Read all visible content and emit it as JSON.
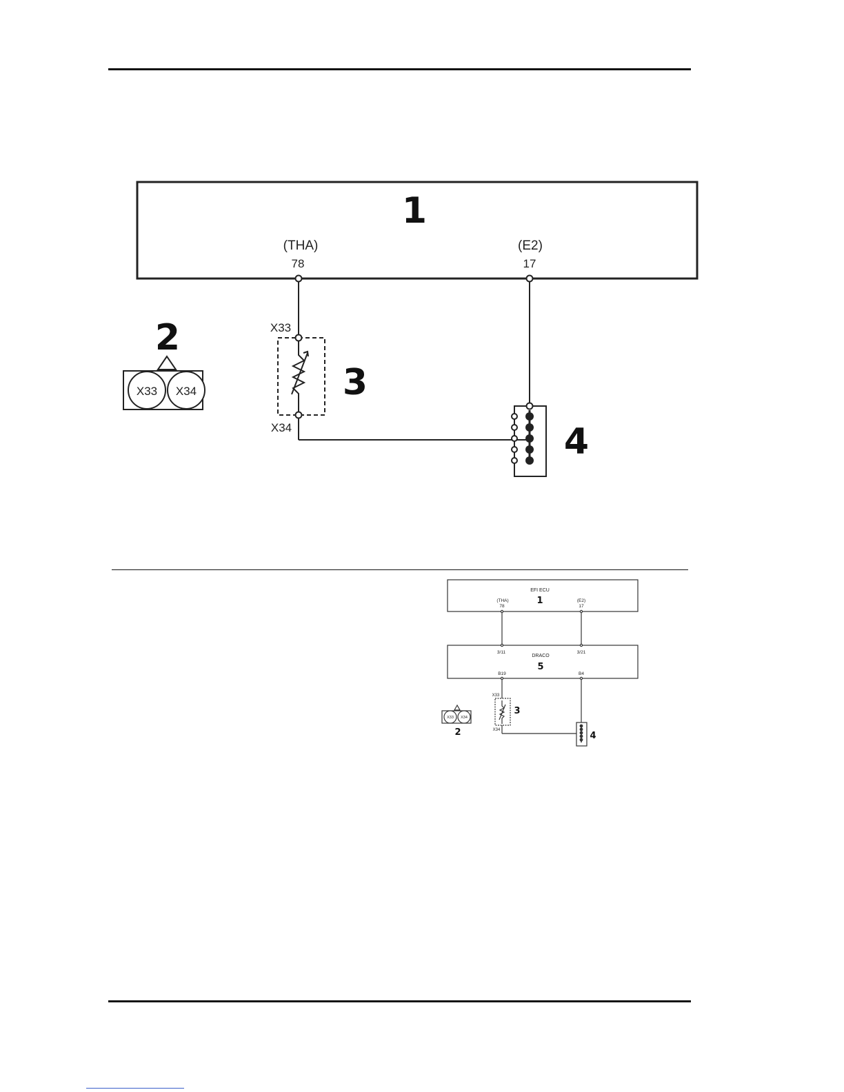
{
  "main_diagram": {
    "ecu_number": "1",
    "pins": [
      {
        "name": "(THA)",
        "number": "78"
      },
      {
        "name": "(E2)",
        "number": "17"
      }
    ],
    "connector_number": "2",
    "connector_pins": [
      "X33",
      "X34"
    ],
    "sensor_number": "3",
    "sensor_pin_top": "X33",
    "sensor_pin_bottom": "X34",
    "ground_number": "4"
  },
  "inset_diagram": {
    "ecu_title": "EFI ECU",
    "ecu_number": "1",
    "ecu_pins": [
      {
        "name": "(THA)",
        "number": "78"
      },
      {
        "name": "(E2)",
        "number": "17"
      }
    ],
    "module_title": "DRACO",
    "module_number": "5",
    "module_top_pins": [
      "3/11",
      "3/21"
    ],
    "module_bottom_pins": [
      "B19",
      "B4"
    ],
    "connector_number": "2",
    "connector_pins": [
      "X33",
      "X34"
    ],
    "sensor_number": "3",
    "sensor_pin_top": "X33",
    "sensor_pin_bottom": "X34",
    "ground_number": "4"
  }
}
